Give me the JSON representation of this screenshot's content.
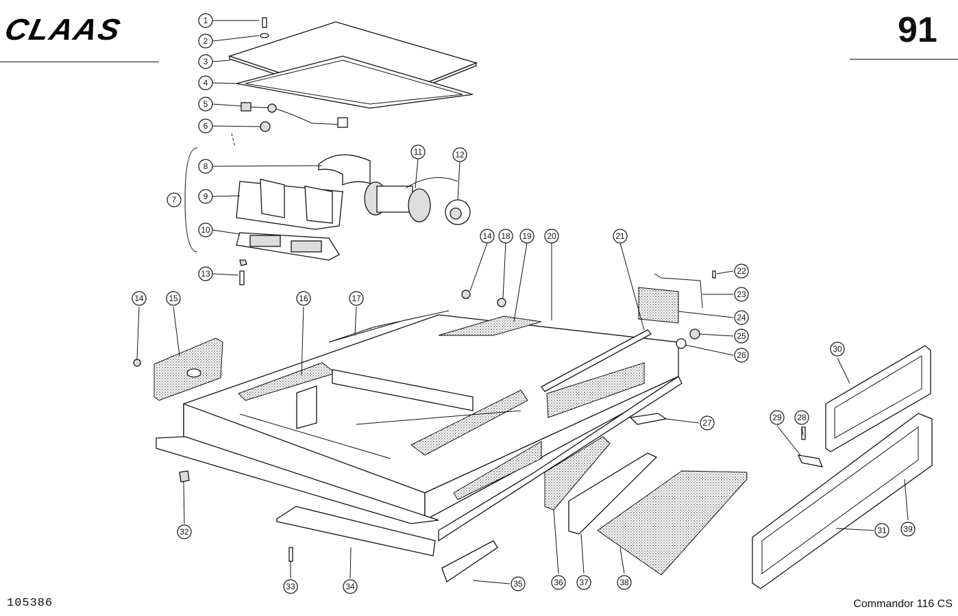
{
  "header": {
    "brand": "CLAAS",
    "page_number": "91"
  },
  "footer": {
    "document_number": "105386",
    "model": "Commandor 116 CS"
  },
  "callouts": [
    {
      "id": "1"
    },
    {
      "id": "2"
    },
    {
      "id": "3"
    },
    {
      "id": "4"
    },
    {
      "id": "5"
    },
    {
      "id": "6"
    },
    {
      "id": "7"
    },
    {
      "id": "8"
    },
    {
      "id": "9"
    },
    {
      "id": "10"
    },
    {
      "id": "11"
    },
    {
      "id": "12"
    },
    {
      "id": "13"
    },
    {
      "id": "14"
    },
    {
      "id": "14"
    },
    {
      "id": "15"
    },
    {
      "id": "16"
    },
    {
      "id": "17"
    },
    {
      "id": "18"
    },
    {
      "id": "19"
    },
    {
      "id": "20"
    },
    {
      "id": "21"
    },
    {
      "id": "22"
    },
    {
      "id": "23"
    },
    {
      "id": "24"
    },
    {
      "id": "25"
    },
    {
      "id": "26"
    },
    {
      "id": "27"
    },
    {
      "id": "28"
    },
    {
      "id": "29"
    },
    {
      "id": "30"
    },
    {
      "id": "31"
    },
    {
      "id": "32"
    },
    {
      "id": "33"
    },
    {
      "id": "34"
    },
    {
      "id": "35"
    },
    {
      "id": "36"
    },
    {
      "id": "37"
    },
    {
      "id": "38"
    },
    {
      "id": "39"
    }
  ]
}
